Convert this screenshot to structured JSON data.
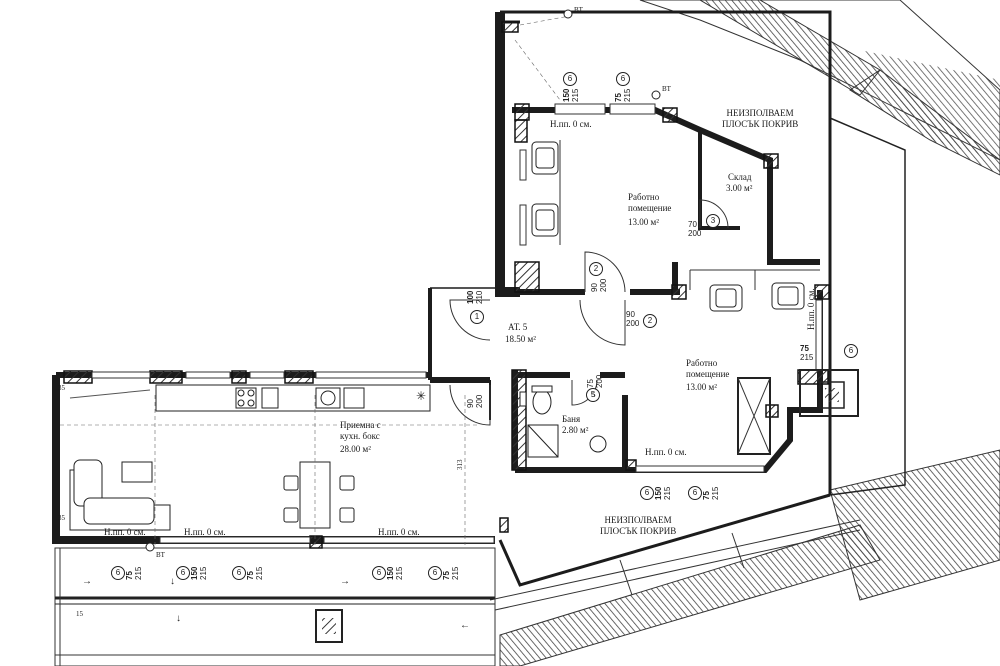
{
  "rooms": [
    {
      "id": "work1",
      "name": "Работно\nпомещение",
      "area": "13.00 м²"
    },
    {
      "id": "storage",
      "name": "Склад",
      "area": "3.00 м²"
    },
    {
      "id": "hall",
      "name": "АТ. 5",
      "area": "18.50 м²"
    },
    {
      "id": "work2",
      "name": "Работно\nпомещение",
      "area": "13.00 м²"
    },
    {
      "id": "bath",
      "name": "Баня",
      "area": "2.80 м²"
    },
    {
      "id": "living",
      "name": "Приемна с\nкухн. бокс",
      "area": "28.00 м²"
    }
  ],
  "roof_labels": [
    "НЕИЗПОЛВАЕМ\nПЛОСЪК ПОКРИВ",
    "НЕИЗПОЛВАЕМ\nПЛОСЪК ПОКРИВ"
  ],
  "sill_labels": [
    "Н.пп. 0 см.",
    "Н.пп. 0 см.",
    "Н.пп. 0 см.",
    "Н.пп. 0 см.",
    "Н.пп. 0 см.",
    "Н.пп. 0 см."
  ],
  "openings": [
    {
      "top": "150",
      "bottom": "215",
      "type": "6"
    },
    {
      "top": "75",
      "bottom": "215",
      "type": "6"
    },
    {
      "top": "70",
      "bottom": "200",
      "type": "3"
    },
    {
      "top": "90",
      "bottom": "200",
      "type": "2"
    },
    {
      "top": "100",
      "bottom": "210",
      "type": "1"
    },
    {
      "top": "90",
      "bottom": "200",
      "type": "2"
    },
    {
      "top": "75",
      "bottom": "215",
      "type": "6"
    },
    {
      "top": "90",
      "bottom": "200",
      "type": ""
    },
    {
      "top": "75",
      "bottom": "200",
      "type": "5"
    },
    {
      "top": "150",
      "bottom": "215",
      "type": "6"
    },
    {
      "top": "75",
      "bottom": "215",
      "type": "6"
    },
    {
      "top": "75",
      "bottom": "215",
      "type": "6"
    },
    {
      "top": "150",
      "bottom": "215",
      "type": "6"
    },
    {
      "top": "75",
      "bottom": "215",
      "type": "6"
    },
    {
      "top": "150",
      "bottom": "215",
      "type": "6"
    },
    {
      "top": "75",
      "bottom": "215",
      "type": "6"
    }
  ],
  "vt_labels": [
    "ВТ",
    "ВТ",
    "ВТ"
  ],
  "small_dims": [
    "35",
    "35",
    "313",
    "5",
    "15"
  ],
  "colors": {
    "wall": "#1c1c1c",
    "line": "#333333",
    "hatch": "#555555",
    "bg": "#ffffff"
  }
}
